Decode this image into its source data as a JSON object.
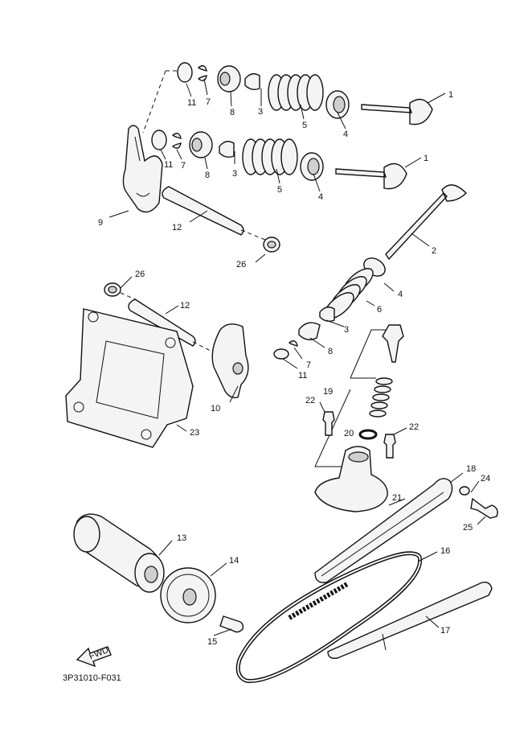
{
  "diagram": {
    "code": "3P31010-F031",
    "fwd_label": "FWD",
    "callouts": [
      {
        "id": "c1a",
        "text": "1"
      },
      {
        "id": "c1b",
        "text": "1"
      },
      {
        "id": "c2",
        "text": "2"
      },
      {
        "id": "c3a",
        "text": "3"
      },
      {
        "id": "c3b",
        "text": "3"
      },
      {
        "id": "c3c",
        "text": "3"
      },
      {
        "id": "c4a",
        "text": "4"
      },
      {
        "id": "c4b",
        "text": "4"
      },
      {
        "id": "c4c",
        "text": "4"
      },
      {
        "id": "c5a",
        "text": "5"
      },
      {
        "id": "c5b",
        "text": "5"
      },
      {
        "id": "c6",
        "text": "6"
      },
      {
        "id": "c7a",
        "text": "7"
      },
      {
        "id": "c7b",
        "text": "7"
      },
      {
        "id": "c7c",
        "text": "7"
      },
      {
        "id": "c8a",
        "text": "8"
      },
      {
        "id": "c8b",
        "text": "8"
      },
      {
        "id": "c8c",
        "text": "8"
      },
      {
        "id": "c9",
        "text": "9"
      },
      {
        "id": "c10",
        "text": "10"
      },
      {
        "id": "c11a",
        "text": "11"
      },
      {
        "id": "c11b",
        "text": "11"
      },
      {
        "id": "c11c",
        "text": "11"
      },
      {
        "id": "c12a",
        "text": "12"
      },
      {
        "id": "c12b",
        "text": "12"
      },
      {
        "id": "c13",
        "text": "13"
      },
      {
        "id": "c14",
        "text": "14"
      },
      {
        "id": "c15",
        "text": "15"
      },
      {
        "id": "c16",
        "text": "16"
      },
      {
        "id": "c17",
        "text": "17"
      },
      {
        "id": "c18",
        "text": "18"
      },
      {
        "id": "c19",
        "text": "19"
      },
      {
        "id": "c20",
        "text": "20"
      },
      {
        "id": "c21",
        "text": "21"
      },
      {
        "id": "c22a",
        "text": "22"
      },
      {
        "id": "c22b",
        "text": "22"
      },
      {
        "id": "c23",
        "text": "23"
      },
      {
        "id": "c24",
        "text": "24"
      },
      {
        "id": "c25",
        "text": "25"
      },
      {
        "id": "c26a",
        "text": "26"
      },
      {
        "id": "c26b",
        "text": "26"
      }
    ]
  }
}
